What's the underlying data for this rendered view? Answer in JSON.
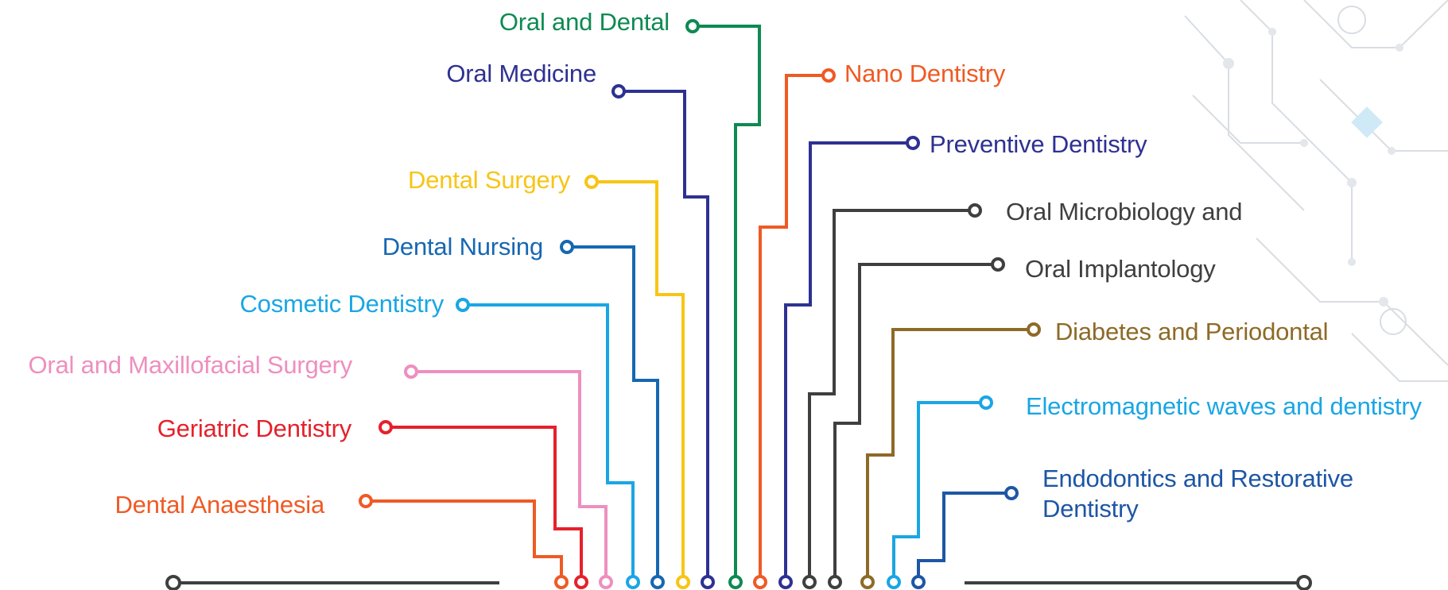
{
  "colors": {
    "green": "#0e8a52",
    "navy": "#2e3192",
    "orange": "#ef5a24",
    "yellow": "#f7c515",
    "blue": "#1667b2",
    "sky": "#1aa6e4",
    "pink": "#ee8fbf",
    "red": "#e5212b",
    "dark": "#3f3f3f",
    "brown": "#8d6a27",
    "mid_blue": "#1d56a5"
  },
  "topics": [
    {
      "id": "oral-and-dental",
      "label": "Oral and Dental",
      "color": "green"
    },
    {
      "id": "oral-medicine",
      "label": "Oral Medicine",
      "color": "navy"
    },
    {
      "id": "nano-dentistry",
      "label": "Nano Dentistry",
      "color": "orange"
    },
    {
      "id": "preventive-dentistry",
      "label": "Preventive Dentistry",
      "color": "navy"
    },
    {
      "id": "dental-surgery",
      "label": "Dental Surgery",
      "color": "yellow"
    },
    {
      "id": "oral-microbiology",
      "label": "Oral Microbiology and",
      "color": "dark"
    },
    {
      "id": "dental-nursing",
      "label": "Dental Nursing",
      "color": "blue"
    },
    {
      "id": "oral-implantology",
      "label": "Oral Implantology",
      "color": "dark"
    },
    {
      "id": "cosmetic-dentistry",
      "label": "Cosmetic Dentistry",
      "color": "sky"
    },
    {
      "id": "diabetes-periodontal",
      "label": "Diabetes and Periodontal",
      "color": "brown"
    },
    {
      "id": "oral-maxillofacial",
      "label": "Oral and Maxillofacial Surgery",
      "color": "pink"
    },
    {
      "id": "electromagnetic",
      "label": "Electromagnetic waves and dentistry",
      "color": "sky"
    },
    {
      "id": "geriatric",
      "label": "Geriatric Dentistry",
      "color": "red"
    },
    {
      "id": "endodontics",
      "label": "Endodontics and Restorative Dentistry",
      "color": "mid_blue"
    },
    {
      "id": "anaesthesia",
      "label": "Dental Anaesthesia",
      "color": "orange"
    }
  ]
}
